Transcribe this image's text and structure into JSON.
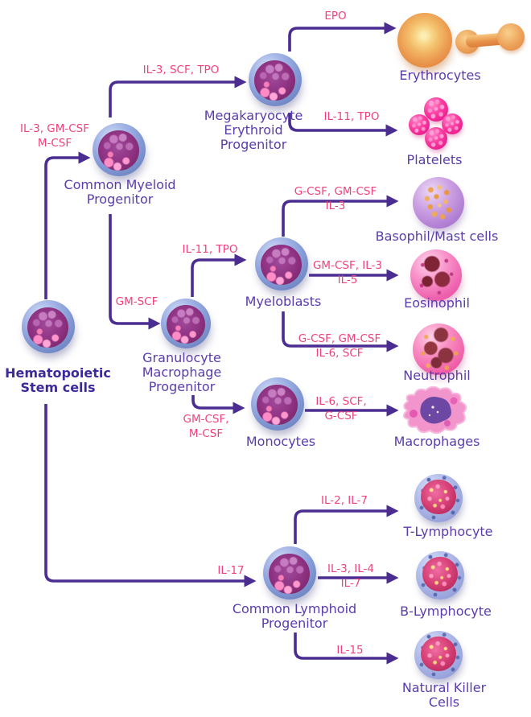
{
  "diagram": "hematopoiesis-lineage",
  "colors": {
    "background": "#ffffff",
    "arrow": "#4b2d92",
    "cytokine_text": "#f0417e",
    "cell_label_text": "#5a3cab",
    "stem_label_text": "#3c2a9b",
    "erythrocyte": "#eb9a50",
    "platelet": "#ea1b8c",
    "progenitor_outer": "#8399d6",
    "progenitor_nucleus": "#8d3080"
  },
  "nodes": {
    "hsc": {
      "label_lines": [
        "Hematopoietic",
        "Stem cells"
      ]
    },
    "cmp": {
      "label_lines": [
        "Common Myeloid",
        "Progenitor"
      ]
    },
    "mep": {
      "label_lines": [
        "Megakaryocyte",
        "Erythroid",
        "Progenitor"
      ]
    },
    "gmp": {
      "label_lines": [
        "Granulocyte",
        "Macrophage",
        "Progenitor"
      ]
    },
    "myeloblasts": {
      "label_lines": [
        "Myeloblasts"
      ]
    },
    "monocytes": {
      "label_lines": [
        "Monocytes"
      ]
    },
    "clp": {
      "label_lines": [
        "Common Lymphoid",
        "Progenitor"
      ]
    },
    "erythrocytes": {
      "label_lines": [
        "Erythrocytes"
      ]
    },
    "platelets": {
      "label_lines": [
        "Platelets"
      ]
    },
    "basophil": {
      "label_lines": [
        "Basophil/Mast cells"
      ]
    },
    "eosinophil": {
      "label_lines": [
        "Eosinophil"
      ]
    },
    "neutrophil": {
      "label_lines": [
        "Neutrophil"
      ]
    },
    "macrophages": {
      "label_lines": [
        "Macrophages"
      ]
    },
    "t_lymphocyte": {
      "label_lines": [
        "T-Lymphocyte"
      ]
    },
    "b_lymphocyte": {
      "label_lines": [
        "B-Lymphocyte"
      ]
    },
    "nk_cells": {
      "label_lines": [
        "Natural Killer",
        "Cells"
      ]
    }
  },
  "edges": {
    "hsc_cmp": {
      "label_lines": [
        "IL-3, GM-CSF",
        "M-CSF"
      ]
    },
    "cmp_mep": {
      "label_lines": [
        "IL-3, SCF, TPO"
      ]
    },
    "mep_erythrocytes": {
      "label_lines": [
        "EPO"
      ]
    },
    "mep_platelets": {
      "label_lines": [
        "IL-11, TPO"
      ]
    },
    "cmp_gmp": {
      "label_lines": [
        "GM-SCF"
      ]
    },
    "gmp_myeloblasts": {
      "label_lines": [
        "IL-11, TPO"
      ]
    },
    "gmp_monocytes": {
      "label_lines": [
        "GM-CSF,",
        "M-CSF"
      ]
    },
    "myeloblasts_basophil": {
      "label_lines": [
        "G-CSF, GM-CSF",
        "IL-3"
      ]
    },
    "myeloblasts_eosinophil": {
      "label_lines": [
        "GM-CSF, IL-3",
        "IL-5"
      ]
    },
    "myeloblasts_neutrophil": {
      "label_lines": [
        "G-CSF, GM-CSF",
        "IL-6, SCF"
      ]
    },
    "monocytes_macrophages": {
      "label_lines": [
        "IL-6, SCF,",
        "G-CSF"
      ]
    },
    "hsc_clp": {
      "label_lines": [
        "IL-17"
      ]
    },
    "clp_t": {
      "label_lines": [
        "IL-2, IL-7"
      ]
    },
    "clp_b": {
      "label_lines": [
        "IL-3, IL-4",
        "IL-7"
      ]
    },
    "clp_nk": {
      "label_lines": [
        "IL-15"
      ]
    }
  }
}
